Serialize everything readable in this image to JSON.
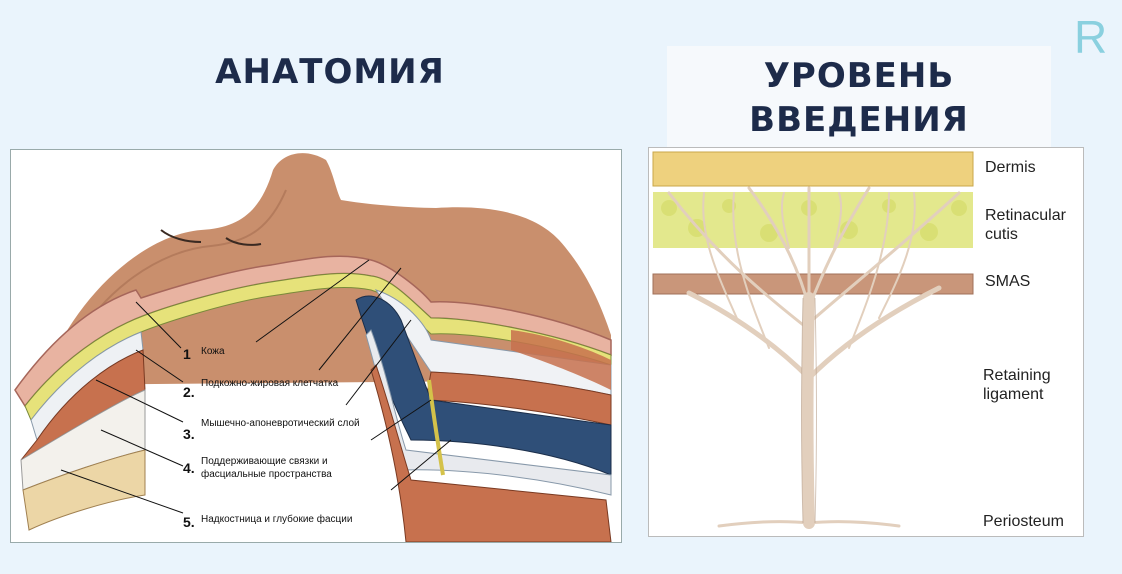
{
  "header": {
    "left_title": "АНАТОМИЯ",
    "right_title_line1": "УРОВЕНЬ",
    "right_title_line2": "ВВЕДЕНИЯ",
    "logo": "R"
  },
  "anatomy_labels": [
    {
      "num": "1",
      "text": "Кожа"
    },
    {
      "num": "2.",
      "text": "Подкожно-жировая клетчатка"
    },
    {
      "num": "3.",
      "text": "Мышечно-апоневротический слой"
    },
    {
      "num": "4.",
      "text": "Поддерживающие связки и",
      "text2": "фасциальные пространства"
    },
    {
      "num": "5.",
      "text": "Надкостница и глубокие фасции"
    }
  ],
  "layer_labels": {
    "dermis": "Dermis",
    "retinacular1": "Retinacular",
    "retinacular2": "cutis",
    "smas": "SMAS",
    "retaining1": "Retaining",
    "retaining2": "ligament",
    "periosteum": "Periosteum"
  },
  "colors": {
    "title": "#1d2b4a",
    "logo": "#8ad0df",
    "dermis": "#eed17e",
    "fat": "#e3e88d",
    "smas": "#c9967a",
    "ligament": "#e2cfbd",
    "skin": "#c79372",
    "muscle": "#c7714e"
  }
}
